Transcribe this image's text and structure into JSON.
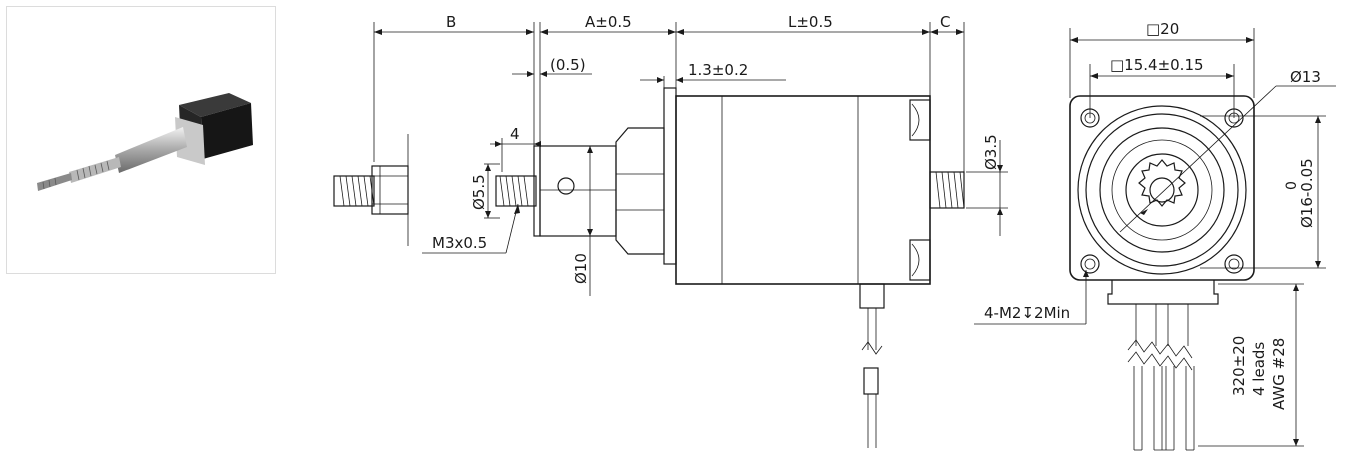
{
  "photo": {
    "icon": "stepper-linear-actuator-photo"
  },
  "side_view": {
    "dim_b": "B",
    "dim_a": "A±0.5",
    "dim_l": "L±0.5",
    "dim_c": "C",
    "dim_offset": "(0.5)",
    "dim_flange": "1.3±0.2",
    "dim_thread_len": "4",
    "dim_thread_dia": "Ø5.5",
    "thread_spec": "M3x0.5",
    "dim_boss_dia": "Ø10",
    "dim_rear_screw_dia": "Ø3.5"
  },
  "front_view": {
    "dim_square": "□20",
    "dim_hole_pitch": "□15.4±0.15",
    "dim_pilot_dia": "Ø13",
    "dim_boss_tol_upper": "0",
    "dim_boss_dia": "Ø16-0.05",
    "mounting_holes": "4-M2",
    "depth_symbol": "↧",
    "hole_depth": "2Min",
    "lead_length": "320±20",
    "lead_count": "4 leads",
    "lead_gauge": "AWG #28"
  }
}
